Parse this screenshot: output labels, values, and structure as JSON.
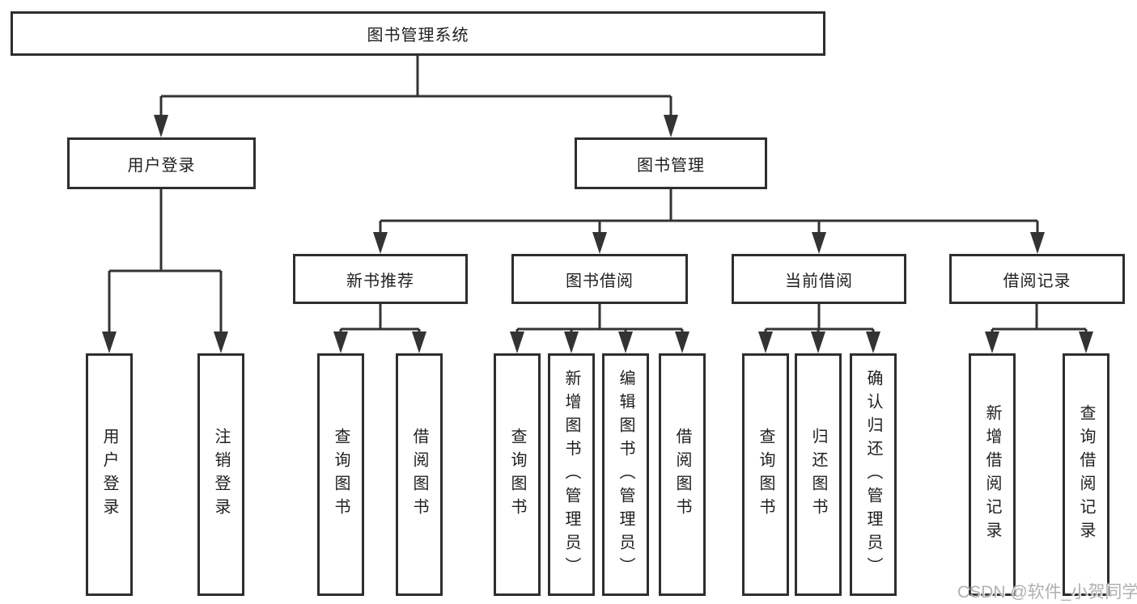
{
  "diagram": {
    "tree": {
      "label": "图书管理系统",
      "children": [
        {
          "label": "用户登录",
          "children": [
            {
              "label": "用户登录"
            },
            {
              "label": "注销登录"
            }
          ]
        },
        {
          "label": "图书管理",
          "children": [
            {
              "label": "新书推荐",
              "children": [
                {
                  "label": "查询图书"
                },
                {
                  "label": "借阅图书"
                }
              ]
            },
            {
              "label": "图书借阅",
              "children": [
                {
                  "label": "查询图书"
                },
                {
                  "label": "新增图书（管理员）"
                },
                {
                  "label": "编辑图书（管理员）"
                },
                {
                  "label": "借阅图书"
                }
              ]
            },
            {
              "label": "当前借阅",
              "children": [
                {
                  "label": "查询图书"
                },
                {
                  "label": "归还图书"
                },
                {
                  "label": "确认归还（管理员）"
                }
              ]
            },
            {
              "label": "借阅记录",
              "children": [
                {
                  "label": "新增借阅记录"
                },
                {
                  "label": "查询借阅记录"
                }
              ]
            }
          ]
        }
      ]
    },
    "colors": {
      "line": "#333333",
      "box_border": "#2e2e2e",
      "text": "#1f1f1f",
      "background": "#ffffff"
    }
  },
  "watermark": {
    "text": "CSDN @软件_小贺同学",
    "color": "#b0b0b0"
  }
}
